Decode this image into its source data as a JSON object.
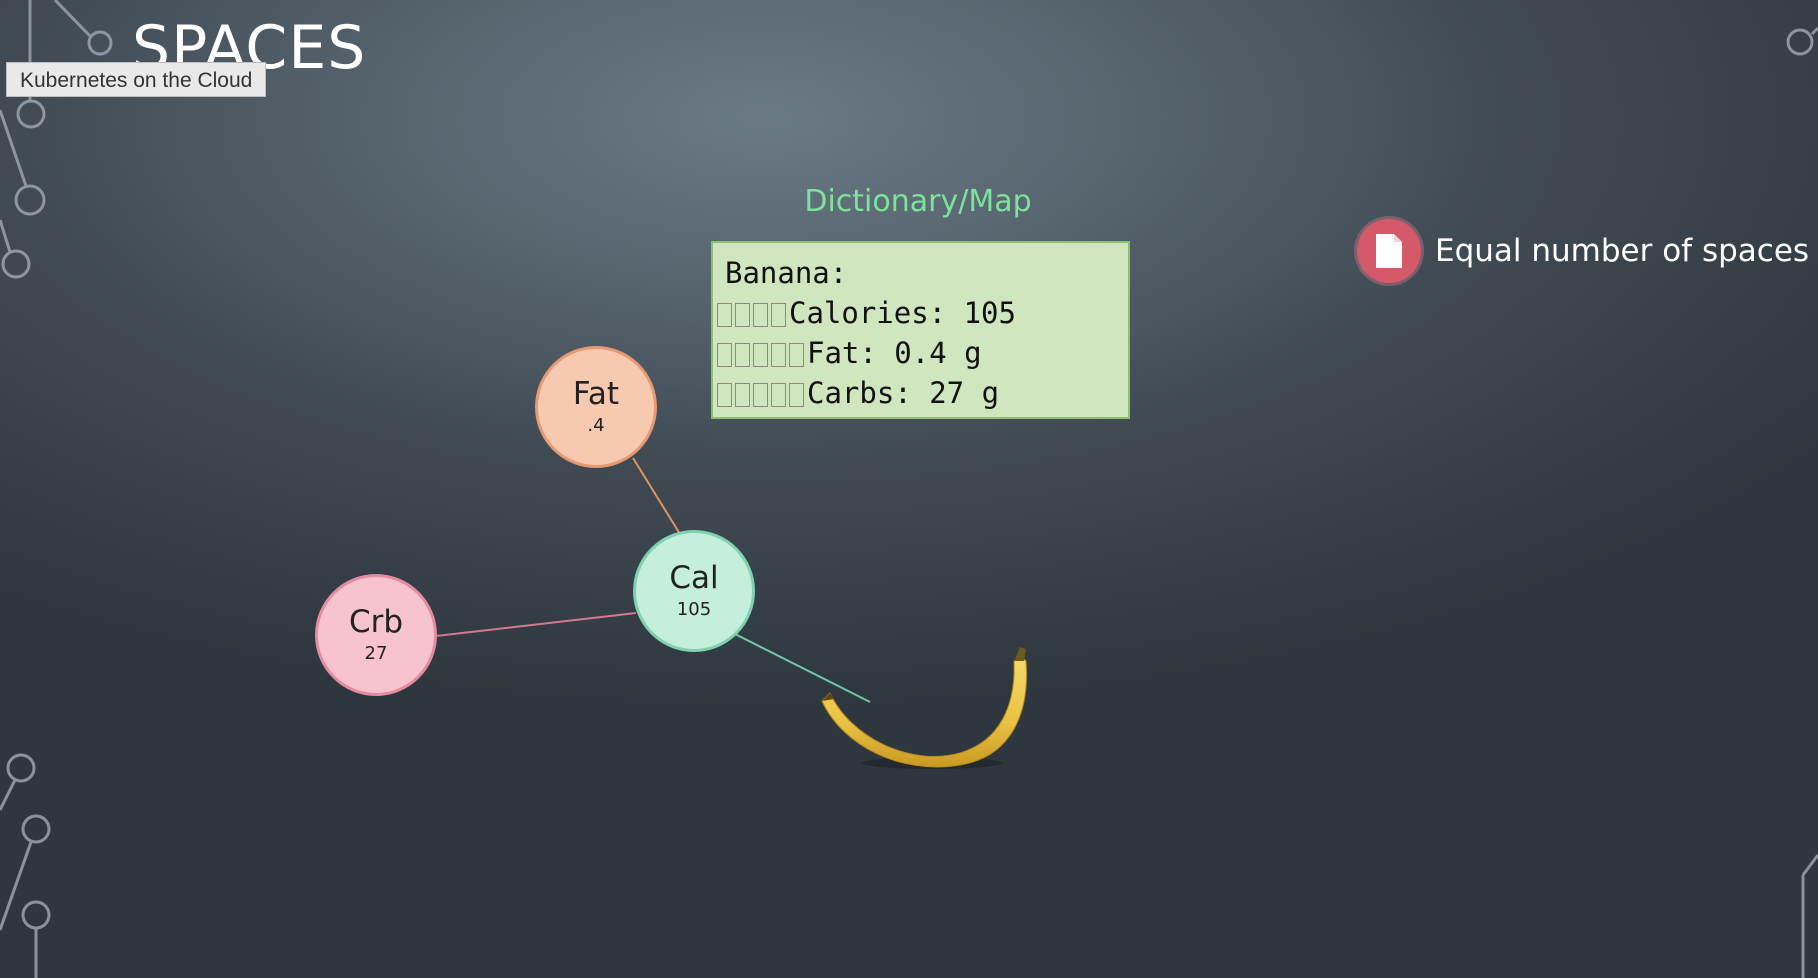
{
  "slide": {
    "title": "SPACES",
    "tooltip": "Kubernetes on the Cloud"
  },
  "dictionary": {
    "title": "Dictionary/Map",
    "lines": [
      "Banana:",
      "Calories: 105",
      "Fat: 0.4 g",
      "Carbs: 27 g"
    ],
    "indent_spaces": [
      4,
      5,
      5
    ]
  },
  "note": {
    "icon": "document-icon",
    "text": "Equal number of spaces"
  },
  "nodes": {
    "fat": {
      "label": "Fat",
      "value": ".4"
    },
    "cal": {
      "label": "Cal",
      "value": "105"
    },
    "crb": {
      "label": "Crb",
      "value": "27"
    }
  },
  "colors": {
    "dict_title": "#7be39a",
    "code_box_bg": "#cfe6bf",
    "code_box_border": "#8bc06c",
    "note_icon": "#d45a6a",
    "fat_node": "#f7c9b1",
    "cal_node": "#c5eedc",
    "crb_node": "#f7c3cf"
  }
}
